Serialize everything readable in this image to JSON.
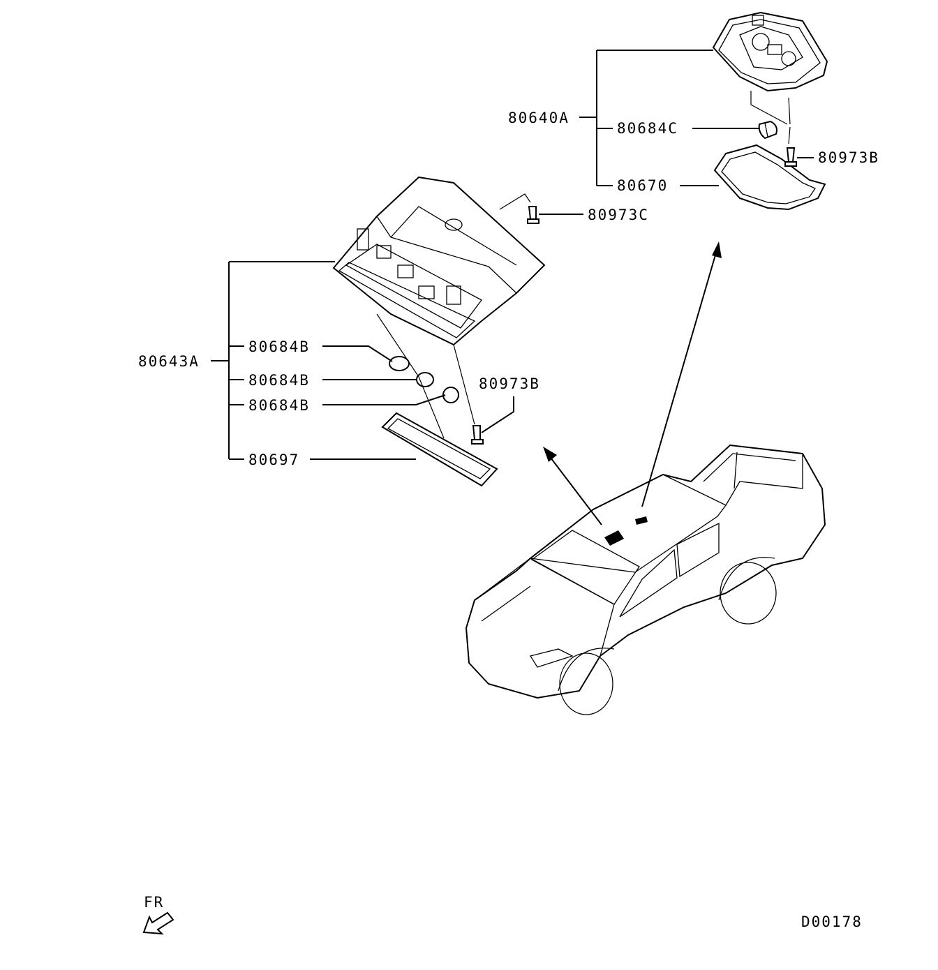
{
  "diagram": {
    "code": "D00178",
    "direction_label": "FR"
  },
  "groups": {
    "upper_assembly": {
      "label": "80640A",
      "items": {
        "bulb": "80684C",
        "lens": "80670",
        "screw": "80973B"
      }
    },
    "lower_assembly": {
      "label": "80643A",
      "items": {
        "bulb_1": "80684B",
        "bulb_2": "80684B",
        "bulb_3": "80684B",
        "lens": "80697",
        "screw_top": "80973C",
        "screw_bottom": "80973B"
      }
    }
  },
  "colors": {
    "line": "#000000",
    "background": "#ffffff",
    "part_fill": "#ffffff",
    "part_shade": "#e8e8e8"
  }
}
